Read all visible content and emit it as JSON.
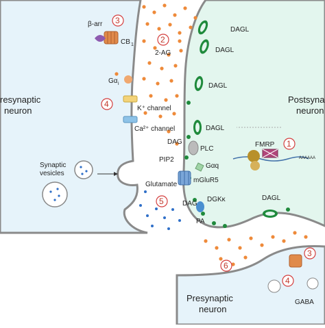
{
  "labels": {
    "presynaptic_top": [
      "resynaptic",
      "neuron"
    ],
    "postsynaptic": [
      "Postsyna",
      "neuron"
    ],
    "presynaptic_bottom": [
      "Presynaptic",
      "neuron"
    ],
    "beta_arr": "β-arr",
    "cb1_top": "CB",
    "cb1_sub": "1",
    "two_ag": "2-AG",
    "g_alpha": "Gα",
    "g_alpha_sub": "i",
    "k_channel": "K⁺ channel",
    "ca_channel": "Ca²⁺ channel",
    "synaptic_vesicles": [
      "Synaptic",
      "vesicles"
    ],
    "glutamate": "Glutamate",
    "pip2": "PIP2",
    "plc": "PLC",
    "dag_plc": "DAG",
    "gaq": "Gαq",
    "mglur5": "mGluR5",
    "dag_dgk": "DAG",
    "dgk": "DGKκ",
    "pa": "PA",
    "fmrp": "FMRP",
    "polya": "AAAAAA",
    "gaba": "GABA",
    "dagl": [
      "DAGL",
      "DAGL",
      "DAGL",
      "DAGL",
      "DAGL"
    ]
  },
  "numbers": {
    "n1": "1",
    "n2": "2",
    "n3_top": "3",
    "n3_bottom": "3",
    "n4_top": "4",
    "n4_bottom": "4",
    "n5": "5",
    "n6": "6"
  },
  "colors": {
    "presynaptic_fill": "#e6f3fa",
    "postsynaptic_fill": "#e3f6ee",
    "membrane": "#8a8a8a",
    "ligand": "#ee8a3a",
    "glutamate_dot": "#2f6fc8",
    "dagl_green": "#1f8a3c",
    "number_ring": "#d43d3d",
    "cb1": "#e08a4a",
    "beta_arr": "#8e5bb0",
    "fmrp": "#b0477a",
    "ribosome": "#b8902a"
  }
}
